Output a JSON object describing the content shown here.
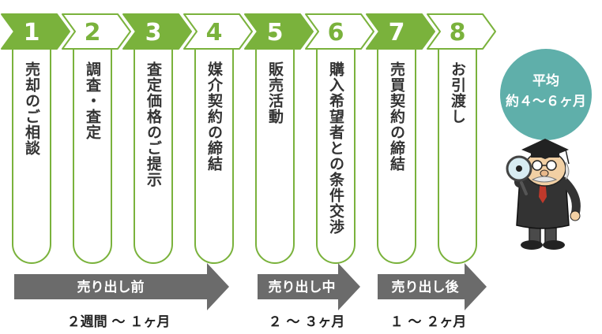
{
  "steps": [
    {
      "number": "1",
      "label": "売却のご相談"
    },
    {
      "number": "2",
      "label": "調査・査定"
    },
    {
      "number": "3",
      "label": "査定価格のご提示"
    },
    {
      "number": "4",
      "label": "媒介契約の締結"
    },
    {
      "number": "5",
      "label": "販売活動"
    },
    {
      "number": "6",
      "label": "購入希望者との条件交渉"
    },
    {
      "number": "7",
      "label": "売買契約の締結"
    },
    {
      "number": "8",
      "label": "お引渡し"
    }
  ],
  "phases": [
    {
      "label": "売り出し前",
      "duration": "２週間 〜 １ヶ月"
    },
    {
      "label": "売り出し中",
      "duration": "２ 〜 ３ヶ月"
    },
    {
      "label": "売り出し後",
      "duration": "１ 〜 ２ヶ月"
    }
  ],
  "average": {
    "line1": "平均",
    "line2": "約４〜６ヶ月"
  },
  "colors": {
    "green": "#7ab23c",
    "gray": "#6b6b6b",
    "teal": "#5fafaa"
  }
}
